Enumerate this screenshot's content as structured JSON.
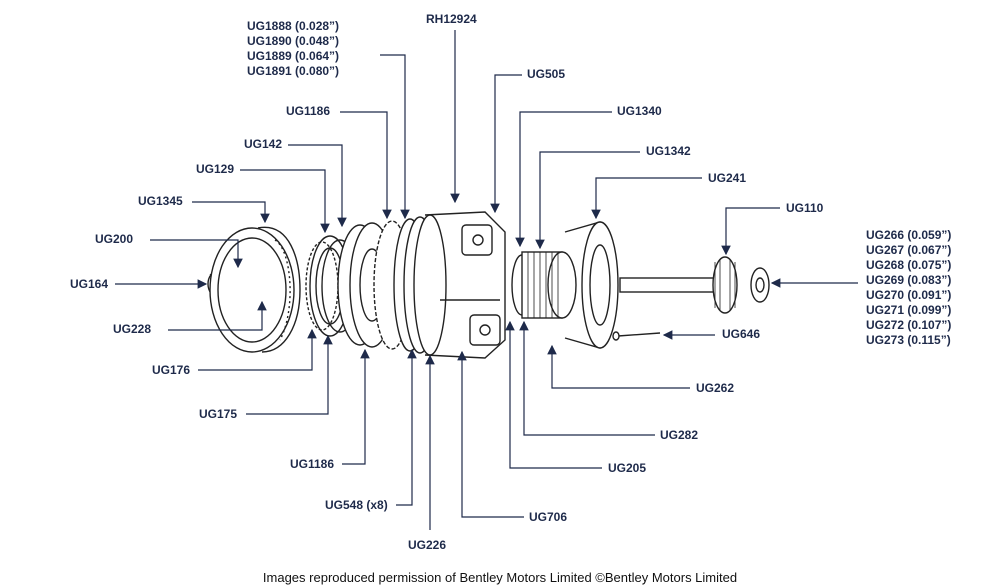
{
  "labels": {
    "rh12924": "RH12924",
    "ug1888_group": [
      "UG1888 (0.028”)",
      "UG1890 (0.048”)",
      "UG1889 (0.064”)",
      "UG1891 (0.080”)"
    ],
    "ug1186_top": "UG1186",
    "ug505": "UG505",
    "ug1340": "UG1340",
    "ug142": "UG142",
    "ug1342": "UG1342",
    "ug129": "UG129",
    "ug241": "UG241",
    "ug1345": "UG1345",
    "ug110": "UG110",
    "ug200": "UG200",
    "ug164": "UG164",
    "ug228": "UG228",
    "ug646": "UG646",
    "ug176": "UG176",
    "ug262": "UG262",
    "ug175": "UG175",
    "ug282": "UG282",
    "ug1186_bottom": "UG1186",
    "ug205": "UG205",
    "ug548": "UG548 (x8)",
    "ug706": "UG706",
    "ug226": "UG226",
    "ug266_group": [
      "UG266 (0.059”)",
      "UG267 (0.067”)",
      "UG268 (0.075”)",
      "UG269 (0.083”)",
      "UG270 (0.091”)",
      "UG271 (0.099”)",
      "UG272 (0.107”)",
      "UG273 (0.115”)"
    ]
  },
  "credit": "Images reproduced permission of Bentley Motors Limited ©Bentley Motors Limited",
  "colors": {
    "leader": "#1e2a4a",
    "drawing": "#222222"
  }
}
